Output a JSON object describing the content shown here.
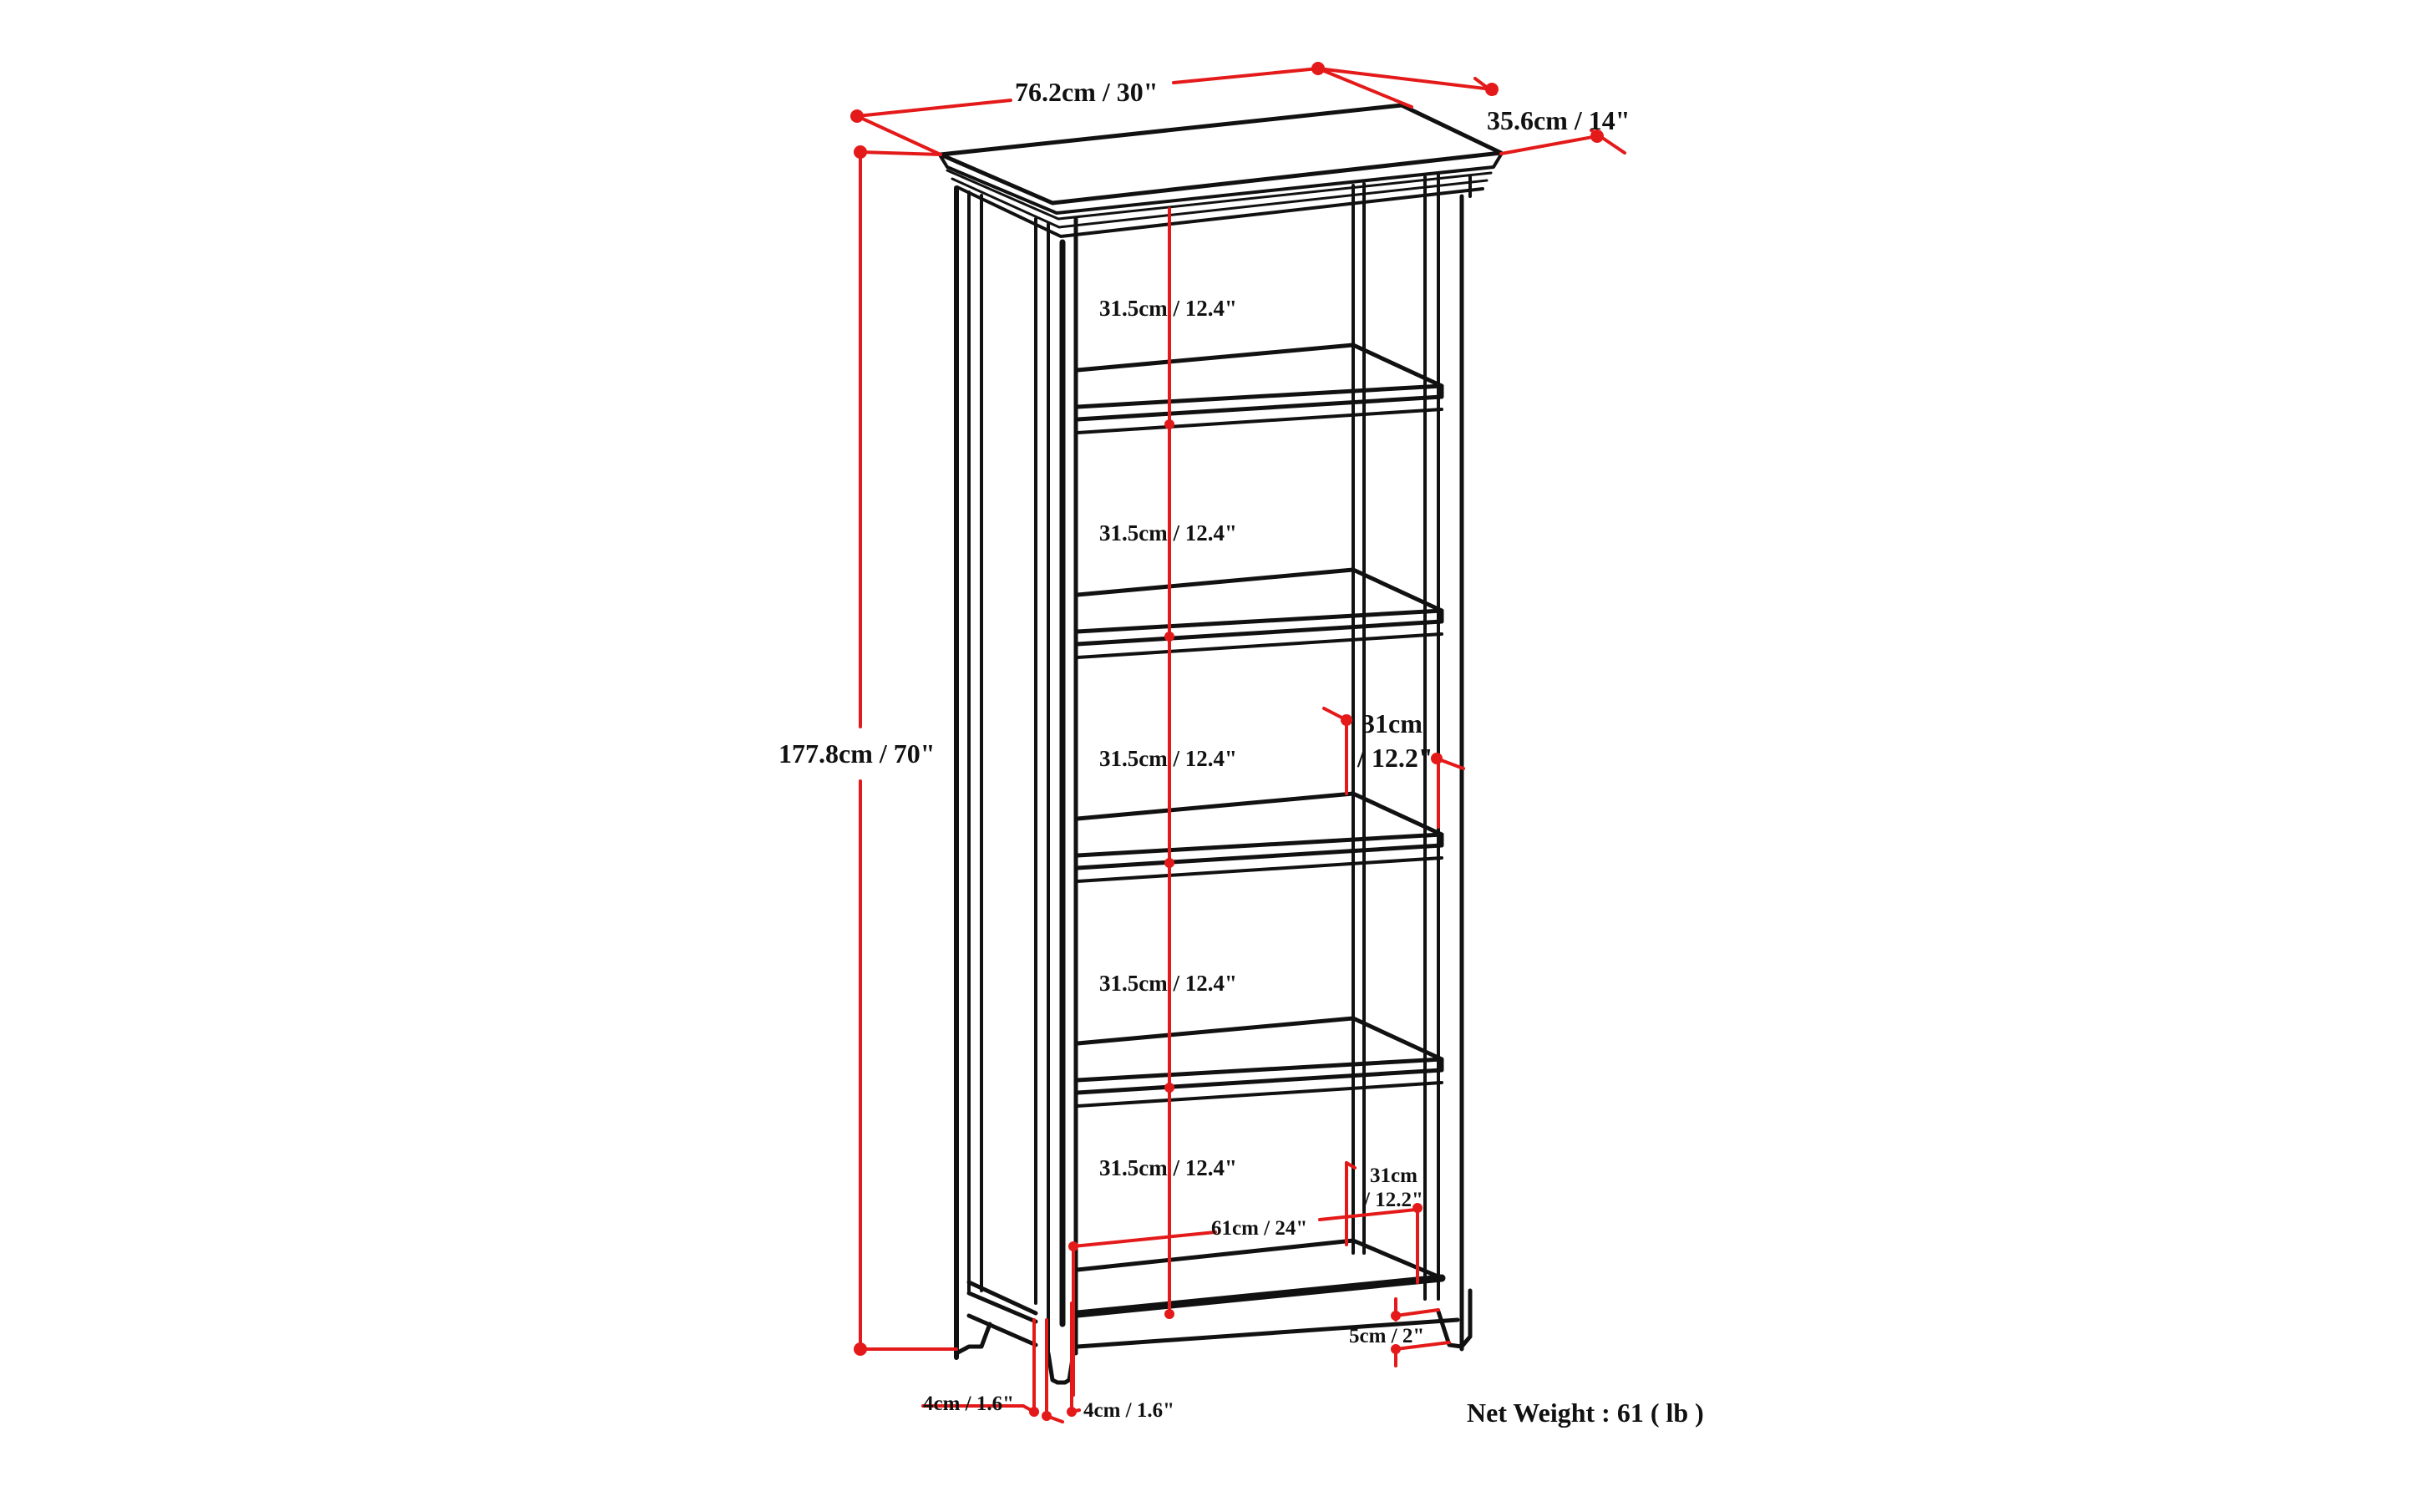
{
  "diagram": {
    "subject": "Five-shelf bookcase dimension drawing",
    "colors": {
      "dimension_line": "#e41a1a",
      "outline": "#111111",
      "background": "#ffffff"
    },
    "dimensions": {
      "width": "76.2cm / 30\"",
      "depth": "35.6cm / 14\"",
      "height": "177.8cm / 70\"",
      "shelf_heights": [
        "31.5cm / 12.4\"",
        "31.5cm / 12.4\"",
        "31.5cm / 12.4\"",
        "31.5cm / 12.4\"",
        "31.5cm / 12.4\""
      ],
      "shelf_depth_middle": {
        "line1": "31cm",
        "line2": "/ 12.2\""
      },
      "shelf_depth_bottom": {
        "line1": "31cm",
        "line2": "/ 12.2\""
      },
      "inner_width": "61cm / 24\"",
      "base_clearance": "5cm / 2\"",
      "leg_width_left": "4cm / 1.6\"",
      "leg_width_right": "4cm / 1.6\""
    },
    "net_weight": "Net Weight : 61 ( lb )"
  }
}
